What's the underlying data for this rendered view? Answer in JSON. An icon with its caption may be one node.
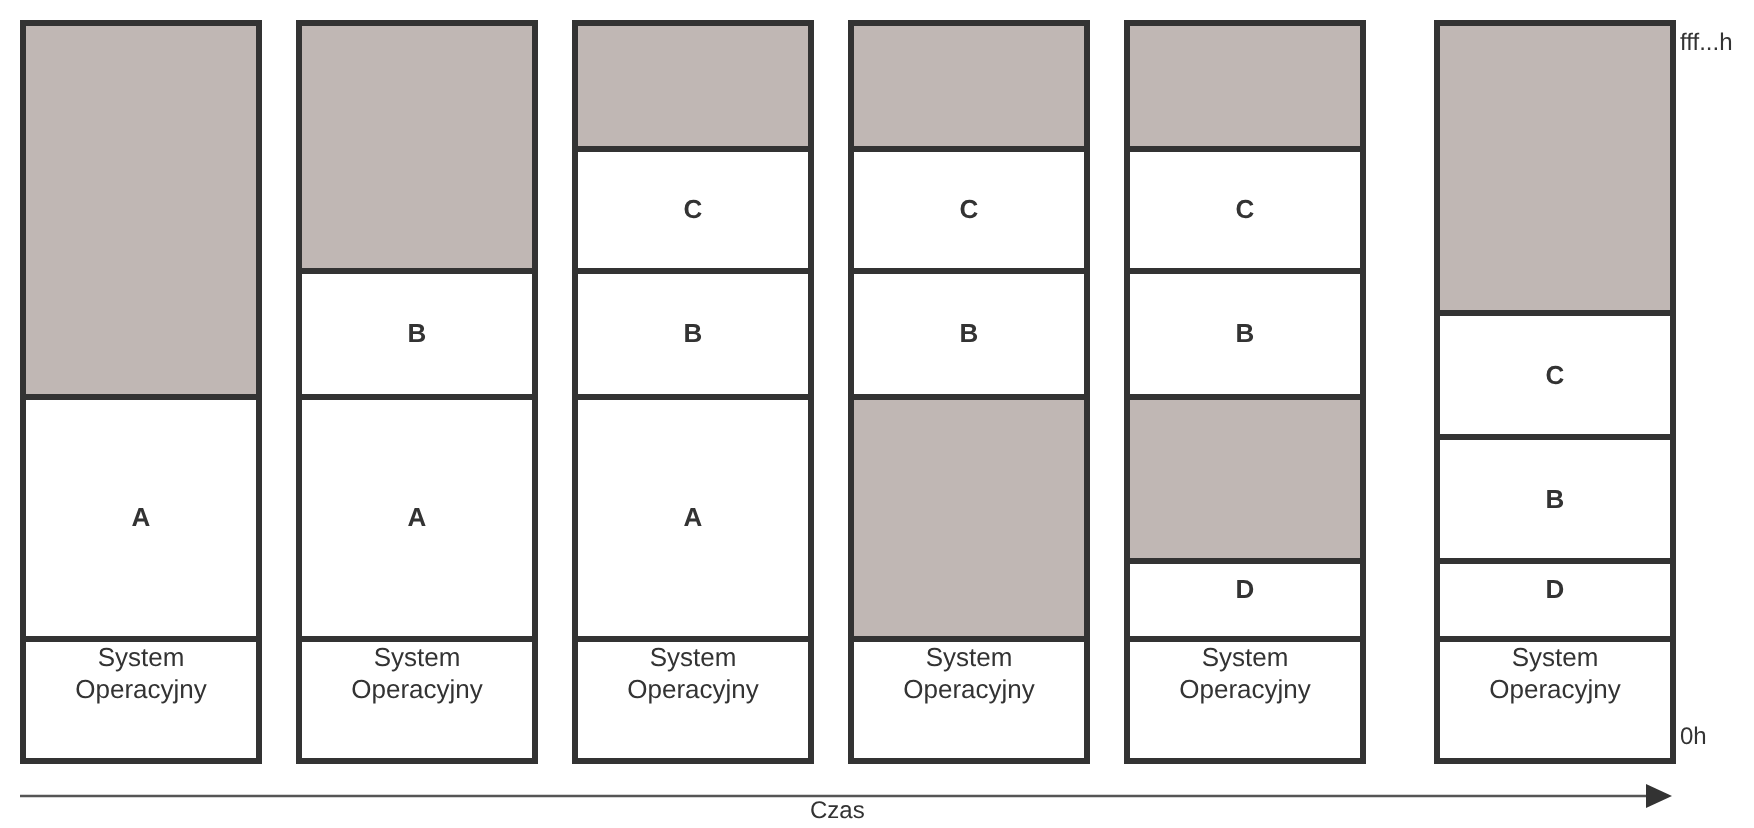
{
  "diagram": {
    "nodes": [
      {
        "text": [],
        "shape": "box"
      },
      {
        "text": [],
        "shape": "box",
        "in": 0
      },
      {
        "text": [
          "A"
        ],
        "in": 0
      },
      {
        "text": [
          "System Operacyjny"
        ],
        "in": 0
      },
      {
        "text": [],
        "shape": "box"
      },
      {
        "text": [],
        "shape": "box",
        "in": 4
      },
      {
        "text": [
          "B"
        ],
        "in": 4
      },
      {
        "text": [
          "A"
        ],
        "in": 4
      },
      {
        "text": [
          "System Operacyjny"
        ],
        "in": 4
      },
      {
        "text": [],
        "shape": "box"
      },
      {
        "text": [],
        "shape": "box",
        "in": 9
      },
      {
        "text": [
          "C"
        ],
        "in": 9
      },
      {
        "text": [
          "B"
        ],
        "in": 9
      },
      {
        "text": [
          "A"
        ],
        "in": 9
      },
      {
        "text": [
          "System Operacyjny"
        ],
        "in": 9
      },
      {
        "text": [],
        "shape": "box"
      },
      {
        "text": [],
        "shape": "box",
        "in": 15
      },
      {
        "text": [
          "C"
        ],
        "in": 15
      },
      {
        "text": [
          "B"
        ],
        "in": 15
      },
      {
        "text": [],
        "shape": "box",
        "in": 15
      },
      {
        "text": [
          "System Operacyjny"
        ],
        "in": 15
      },
      {
        "text": [],
        "shape": "box"
      },
      {
        "text": [],
        "shape": "box",
        "in": 21
      },
      {
        "text": [
          "C"
        ],
        "in": 21
      },
      {
        "text": [
          "B"
        ],
        "in": 21
      },
      {
        "text": [],
        "shape": "box",
        "in": 21
      },
      {
        "text": [
          "D"
        ],
        "in": 21
      },
      {
        "text": [
          "System Operacyjny"
        ],
        "in": 21
      },
      {
        "text": [],
        "shape": "box"
      },
      {
        "text": [],
        "shape": "box",
        "in": 28
      },
      {
        "text": [
          "C"
        ],
        "in": 28
      },
      {
        "text": [
          "B"
        ],
        "in": 28
      },
      {
        "text": [
          "D"
        ],
        "in": 28
      },
      {
        "text": [
          "System Operacyjny"
        ],
        "in": 28
      }
    ],
    "labels": [
      "fff...h",
      "0h",
      "Czas"
    ]
  }
}
